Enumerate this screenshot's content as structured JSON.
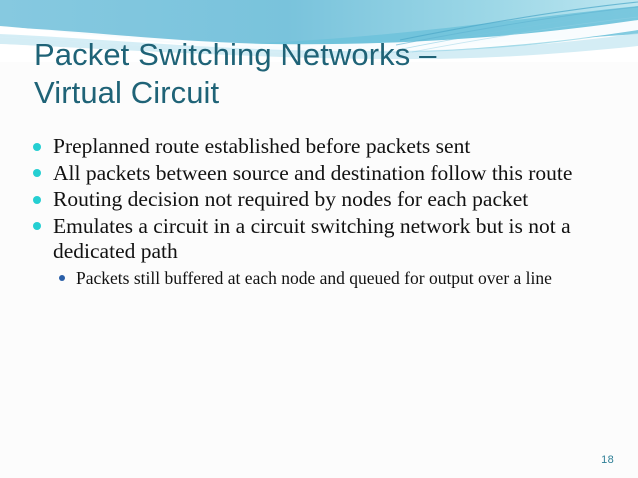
{
  "slide": {
    "title": "Packet Switching Networks –\nVirtual Circuit",
    "page_number": "18",
    "colors": {
      "header_band": "#7fc4dd",
      "title_text": "#1f6377",
      "bullet_level1": "#25cfd2",
      "bullet_level2": "#2a5fa8",
      "body_text": "#111111",
      "background": "#fcfcfc",
      "page_number_text": "#2e7f96"
    },
    "bullets": [
      {
        "level": 1,
        "text": "Preplanned route established before packets sent"
      },
      {
        "level": 1,
        "text": "All packets between source and destination follow this route"
      },
      {
        "level": 1,
        "text": "Routing decision not required by nodes for each packet"
      },
      {
        "level": 1,
        "text": "Emulates a circuit in a circuit switching network but is not a dedicated path"
      },
      {
        "level": 2,
        "text": "Packets still buffered at each node and queued for output over a line"
      }
    ]
  }
}
